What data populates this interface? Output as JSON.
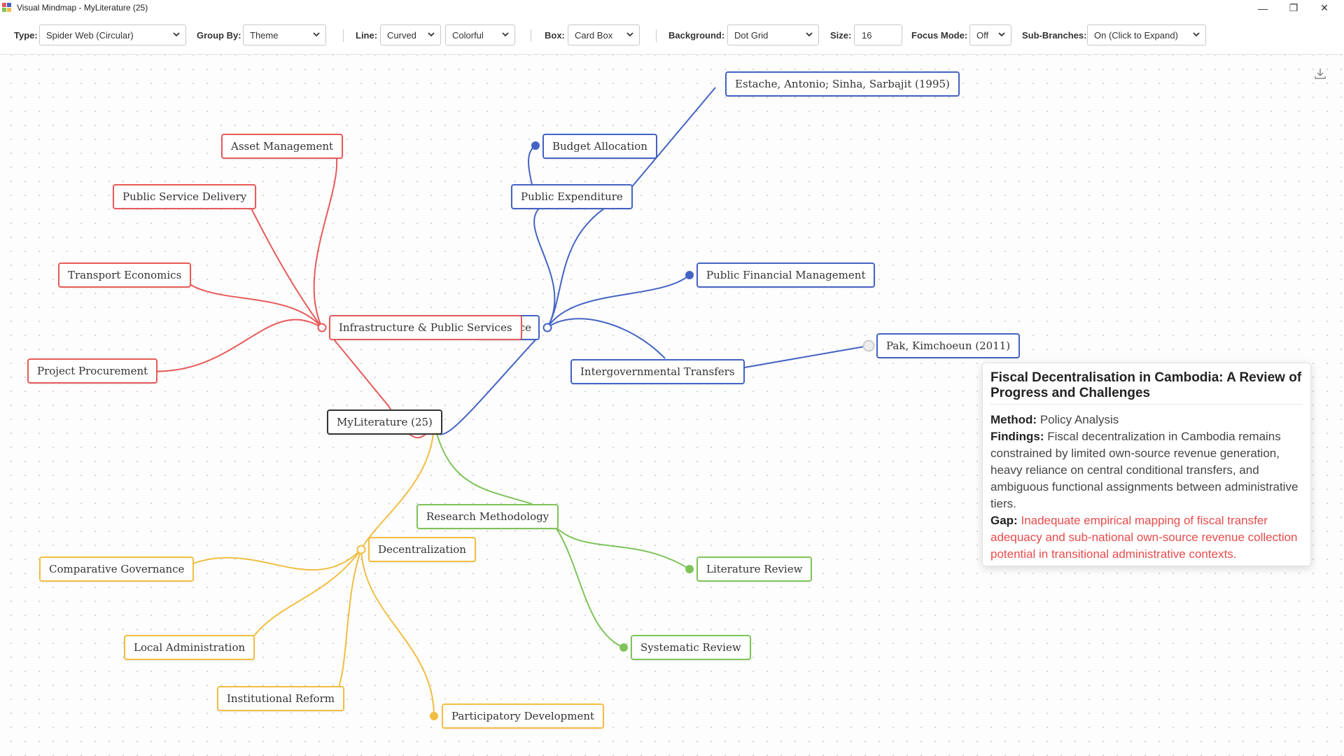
{
  "window": {
    "title": "Visual Mindmap - MyLiterature (25)",
    "minimize_glyph": "—",
    "maximize_glyph": "❐",
    "close_glyph": "✕"
  },
  "toolbar": {
    "type_label": "Type:",
    "type_value": "Spider Web (Circular)",
    "groupby_label": "Group By:",
    "groupby_value": "Theme",
    "line_label": "Line:",
    "line_style_value": "Curved",
    "line_color_value": "Colorful",
    "box_label": "Box:",
    "box_value": "Card Box",
    "background_label": "Background:",
    "background_value": "Dot Grid",
    "size_label": "Size:",
    "size_value": "16",
    "focus_label": "Focus Mode:",
    "focus_value": "Off",
    "subbranch_label": "Sub-Branches:",
    "subbranch_value": "On (Click to Expand)"
  },
  "colors": {
    "red": "#e85a5a",
    "blue": "#4463c4",
    "green": "#7fc45a",
    "yellow": "#f2be42",
    "root": "#333333"
  },
  "mindmap": {
    "root": "MyLiterature (25)",
    "themes": {
      "infrastructure": "Infrastructure & Public Services",
      "governance_fragment": "vernance",
      "methodology": "Research Methodology",
      "decentralization": "Decentralization"
    },
    "infrastructure_children": [
      "Asset Management",
      "Public Service Delivery",
      "Transport Economics",
      "Project Procurement"
    ],
    "governance_children": {
      "public_expenditure": "Public Expenditure",
      "budget_allocation": "Budget Allocation",
      "pfm": "Public Financial Management",
      "intergovernmental": "Intergovernmental Transfers"
    },
    "papers": {
      "estache": "Estache, Antonio; Sinha, Sarbajit (1995)",
      "pak": "Pak, Kimchoeun (2011)"
    },
    "methodology_children": [
      "Literature Review",
      "Systematic Review"
    ],
    "decentralization_children": [
      "Comparative Governance",
      "Local Administration",
      "Institutional Reform",
      "Participatory Development"
    ]
  },
  "icons": {
    "download": "download-icon",
    "caret": "chevron-down-icon"
  },
  "tooltip": {
    "title": "Fiscal Decentralisation in Cambodia: A Review of Progress and Challenges",
    "method_label": "Method:",
    "method_value": "Policy Analysis",
    "findings_label": "Findings:",
    "findings_value": "Fiscal decentralization in Cambodia remains constrained by limited own-source revenue generation, heavy reliance on central conditional transfers, and ambiguous functional assignments between administrative tiers.",
    "gap_label": "Gap:",
    "gap_value": "Inadequate empirical mapping of fiscal transfer adequacy and sub-national own-source revenue collection potential in transitional administrative contexts."
  }
}
